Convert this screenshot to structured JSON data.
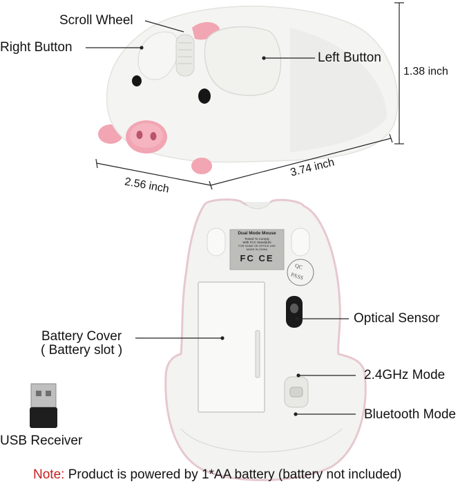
{
  "labels": {
    "scroll_wheel": "Scroll Wheel",
    "right_button": "Right Button",
    "left_button": "Left Button",
    "height": "1.38 inch",
    "width": "2.56 inch",
    "length": "3.74 inch",
    "optical_sensor": "Optical Sensor",
    "battery_cover": "Battery Cover",
    "battery_slot": "( Battery slot )",
    "mode_24": "2.4GHz Mode",
    "mode_bt": "Bluetooth Mode",
    "usb_receiver": "USB Receiver"
  },
  "sticker": {
    "line1": "Dual Mode Mouse",
    "line2": "Tested To Comply",
    "line3": "With FCC Standards",
    "line4": "FOR HOME OR OFFICE USE",
    "line5": "MADE IN CHINA",
    "marks": "FC CE"
  },
  "qc": {
    "top": "QC",
    "bottom": "PASS"
  },
  "note": {
    "prefix": "Note:",
    "text": " Product is powered by 1*AA battery (battery not included)"
  },
  "colors": {
    "pink": "#f2a5b3",
    "pink_dark": "#e37f95",
    "body": "#f4f4f2",
    "note_red": "#c81e1e"
  }
}
